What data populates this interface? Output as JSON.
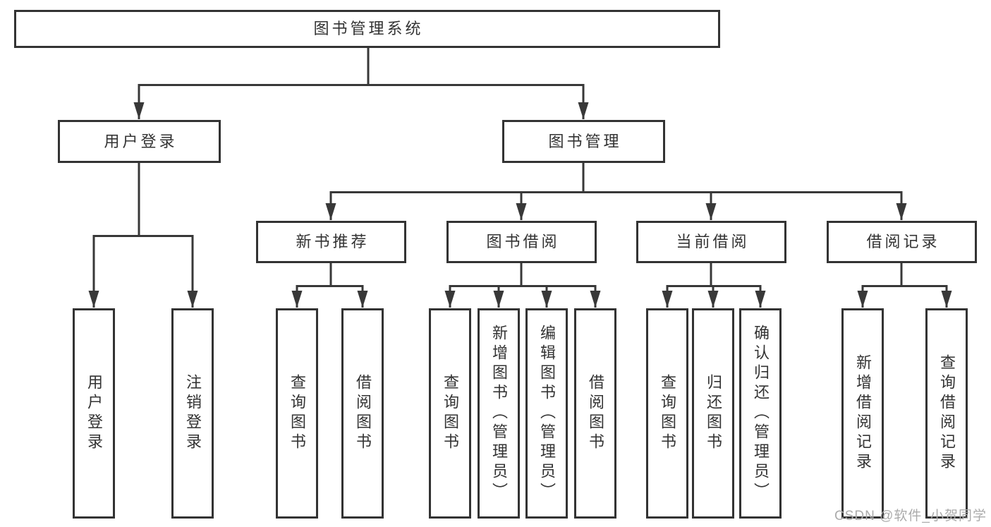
{
  "diagram_title": "图书管理系统",
  "tree": {
    "root": {
      "label": "图书管理系统"
    },
    "branches": [
      {
        "label": "用户登录",
        "children": [
          {
            "label": "用户登录"
          },
          {
            "label": "注销登录"
          }
        ]
      },
      {
        "label": "图书管理",
        "sections": [
          {
            "label": "新书推荐",
            "children": [
              {
                "label": "查询图书"
              },
              {
                "label": "借阅图书"
              }
            ]
          },
          {
            "label": "图书借阅",
            "children": [
              {
                "label": "查询图书"
              },
              {
                "label": "新增图书（管理员）"
              },
              {
                "label": "编辑图书（管理员）"
              },
              {
                "label": "借阅图书"
              }
            ]
          },
          {
            "label": "当前借阅",
            "children": [
              {
                "label": "查询图书"
              },
              {
                "label": "归还图书"
              },
              {
                "label": "确认归还（管理员）"
              }
            ]
          },
          {
            "label": "借阅记录",
            "children": [
              {
                "label": "新增借阅记录"
              },
              {
                "label": "查询借阅记录"
              }
            ]
          }
        ]
      }
    ]
  },
  "watermark": {
    "text": "CSDN @软件_小贺同学"
  },
  "colors": {
    "line": "#383838",
    "box_border": "#333333",
    "box_fill": "#ffffff",
    "text": "#333333",
    "watermark": "#ababab",
    "background": "#ffffff"
  }
}
